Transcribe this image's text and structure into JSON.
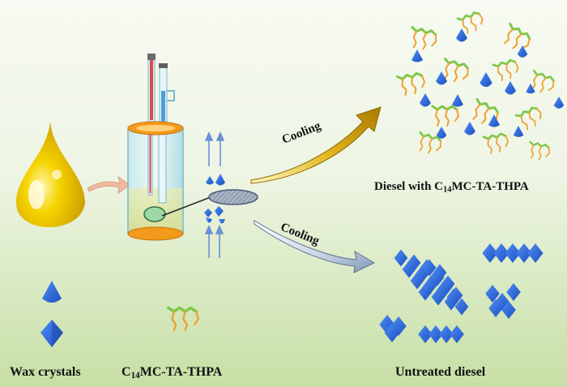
{
  "labels": {
    "cooling_top": "Cooling",
    "cooling_bottom": "Cooling",
    "treated": {
      "prefix": "Diesel with C",
      "sub": "14",
      "suffix": "MC-TA-THPA"
    },
    "additive": {
      "prefix": "C",
      "sub": "14",
      "suffix": "MC-TA-THPA"
    },
    "wax_crystals": "Wax crystals",
    "untreated": "Untreated diesel"
  },
  "colors": {
    "background_top": "#ffffff",
    "background_bottom": "#c9e2a8",
    "crystal": "#2f6fe0",
    "crystal_dark": "#1d4fb8",
    "oil_drop": "#f2c200",
    "arrow_gold": "#c79a00",
    "arrow_silver": "#9fb3c8",
    "additive_green": "#7cc84a",
    "additive_orange": "#f0a030",
    "cylinder_cap": "#f29a1a",
    "flow_arrow": "#5b86d6"
  },
  "icons": [
    "oil-droplet-icon",
    "heating-cylinder-icon",
    "filter-disc-icon",
    "wax-crystal-icon",
    "additive-molecule-icon"
  ]
}
